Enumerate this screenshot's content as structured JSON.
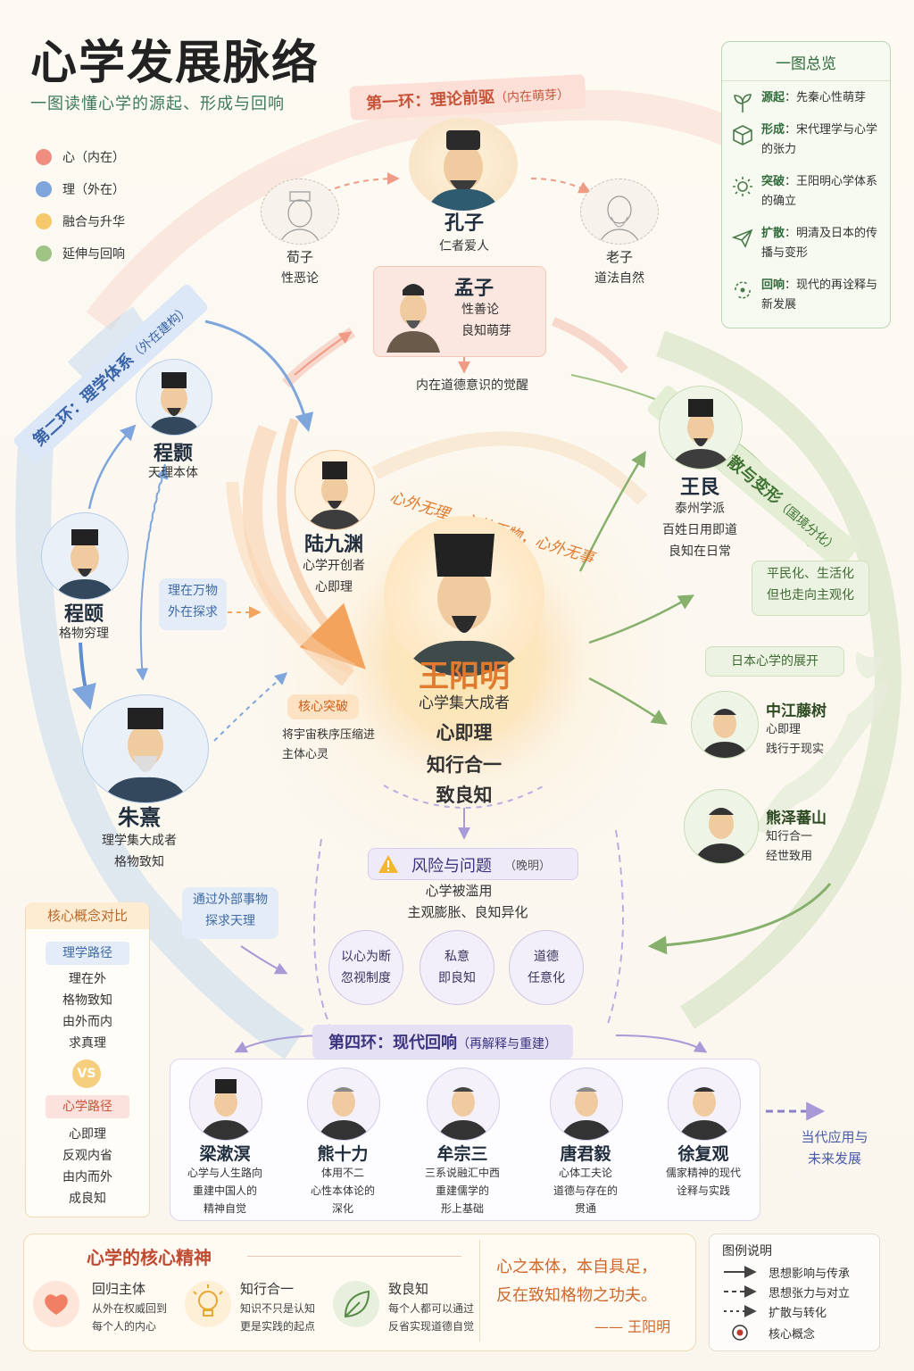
{
  "title": "心学发展脉络",
  "subtitle": "一图读懂心学的源起、形成与回响",
  "legend": [
    {
      "label": "心（内在）",
      "color": "#f08c80"
    },
    {
      "label": "理（外在）",
      "color": "#7fa6dc"
    },
    {
      "label": "融合与升华",
      "color": "#f5c96a"
    },
    {
      "label": "延伸与回响",
      "color": "#9fc285"
    }
  ],
  "overview": {
    "title": "一图总览",
    "items": [
      {
        "key": "源起",
        "text": "：先秦心性萌芽",
        "icon": "sprout-icon"
      },
      {
        "key": "形成",
        "text": "：宋代理学与心学的张力",
        "icon": "cube-icon"
      },
      {
        "key": "突破",
        "text": "：王阳明心学体系的确立",
        "icon": "sun-icon"
      },
      {
        "key": "扩散",
        "text": "：明清及日本的传播与变形",
        "icon": "paper-plane-icon"
      },
      {
        "key": "回响",
        "text": "：现代的再诠释与新发展",
        "icon": "cycle-icon"
      }
    ]
  },
  "rings": {
    "r1": {
      "label": "第一环：理论前驱",
      "note": "（内在萌芽）"
    },
    "r2": {
      "label": "第二环：理学体系",
      "note": "（外在建构）"
    },
    "r3": {
      "label": "第三环：扩散与变形",
      "note": "（国境分化）"
    },
    "r4": {
      "label": "第四环：现代回响",
      "note": "（再解释与重建）"
    }
  },
  "ring1": {
    "kongzi": {
      "name": "孔子",
      "desc": "仁者爱人"
    },
    "xunzi": {
      "name": "荀子",
      "desc": "性恶论"
    },
    "laozi": {
      "name": "老子",
      "desc": "道法自然"
    },
    "mengzi": {
      "name": "孟子",
      "desc1": "性善论",
      "desc2": "良知萌芽"
    },
    "awakening": "内在道德意识的觉醒"
  },
  "ring2": {
    "chenghao": {
      "name": "程颢",
      "desc": "天理本体"
    },
    "chengyi": {
      "name": "程颐",
      "desc": "格物穷理"
    },
    "zhuxi": {
      "name": "朱熹",
      "desc1": "理学集大成者",
      "desc2": "格物致知"
    },
    "note1": [
      "理在万物",
      "外在探求"
    ],
    "note2": [
      "通过外部事物",
      "探求天理"
    ]
  },
  "center": {
    "lujiuyuan": {
      "name": "陆九渊",
      "desc1": "心学开创者",
      "desc2": "心即理"
    },
    "arc_text": "心外无理，心外无物，心外无事",
    "wang": {
      "name": "王阳明",
      "role": "心学集大成者",
      "c1": "心即理",
      "c2": "知行合一",
      "c3": "致良知"
    },
    "breakthrough": {
      "tag": "核心突破",
      "text": [
        "将宇宙秩序压缩进",
        "主体心灵"
      ]
    }
  },
  "risk": {
    "title": "风险与问题",
    "note": "（晚明）",
    "line1": "心学被滥用",
    "line2": "主观膨胀、良知异化",
    "bubbles": [
      [
        "以心为断",
        "忽视制度"
      ],
      [
        "私意",
        "即良知"
      ],
      [
        "道德",
        "任意化"
      ]
    ]
  },
  "ring3": {
    "wanggen": {
      "name": "王艮",
      "d1": "泰州学派",
      "d2": "百姓日用即道",
      "d3": "良知在日常"
    },
    "note": [
      "平民化、生活化",
      "但也走向主观化"
    ],
    "japan_title": "日本心学的展开",
    "nakae": {
      "name": "中江藤树",
      "d1": "心即理",
      "d2": "践行于现实"
    },
    "kumazawa": {
      "name": "熊泽蕃山",
      "d1": "知行合一",
      "d2": "经世致用"
    }
  },
  "compare": {
    "title": "核心概念对比",
    "a_title": "理学路径",
    "a_items": [
      "理在外",
      "格物致知",
      "由外而内",
      "求真理"
    ],
    "vs": "VS",
    "b_title": "心学路径",
    "b_items": [
      "心即理",
      "反观内省",
      "由内而外",
      "成良知"
    ]
  },
  "modern": [
    {
      "name": "梁漱溟",
      "d": [
        "心学与人生路向",
        "重建中国人的",
        "精神自觉"
      ]
    },
    {
      "name": "熊十力",
      "d": [
        "体用不二",
        "心性本体论的",
        "深化"
      ]
    },
    {
      "name": "牟宗三",
      "d": [
        "三系说融汇中西",
        "重建儒学的",
        "形上基础"
      ]
    },
    {
      "name": "唐君毅",
      "d": [
        "心体工夫论",
        "道德与存在的",
        "贯通"
      ]
    },
    {
      "name": "徐复观",
      "d": [
        "儒家精神的现代",
        "诠释与实践"
      ]
    }
  ],
  "future": [
    "当代应用与",
    "未来发展"
  ],
  "spirit": {
    "title": "心学的核心精神",
    "items": [
      {
        "t": "回归主体",
        "d1": "从外在权威回到",
        "d2": "每个人的内心",
        "icon": "heart-icon"
      },
      {
        "t": "知行合一",
        "d1": "知识不只是认知",
        "d2": "更是实践的起点",
        "icon": "lightbulb-icon"
      },
      {
        "t": "致良知",
        "d1": "每个人都可以通过",
        "d2": "反省实现道德自觉",
        "icon": "leaf-icon"
      }
    ]
  },
  "quote": {
    "l1": "心之本体，本自具足，",
    "l2": "反在致知格物之功夫。",
    "author": "—— 王阳明"
  },
  "legend2": {
    "title": "图例说明",
    "items": [
      "思想影响与传承",
      "思想张力与对立",
      "扩散与转化",
      "核心概念"
    ]
  }
}
